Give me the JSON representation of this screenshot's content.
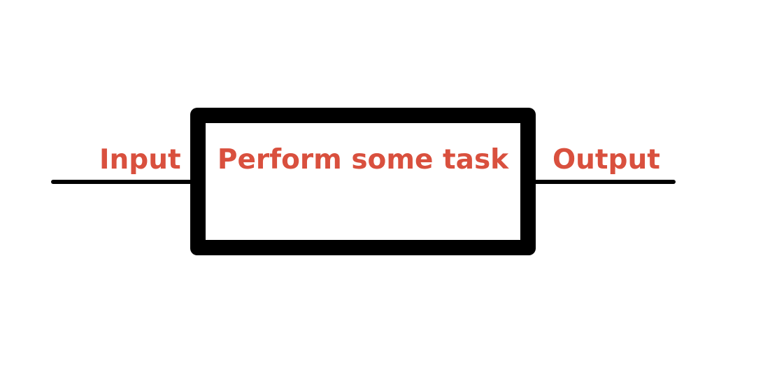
{
  "diagram": {
    "input_label": "Input",
    "process_label": "Perform some task",
    "output_label": "Output"
  },
  "colors": {
    "label_text": "#d9503e",
    "lines_and_border": "#000000",
    "background": "#ffffff"
  }
}
